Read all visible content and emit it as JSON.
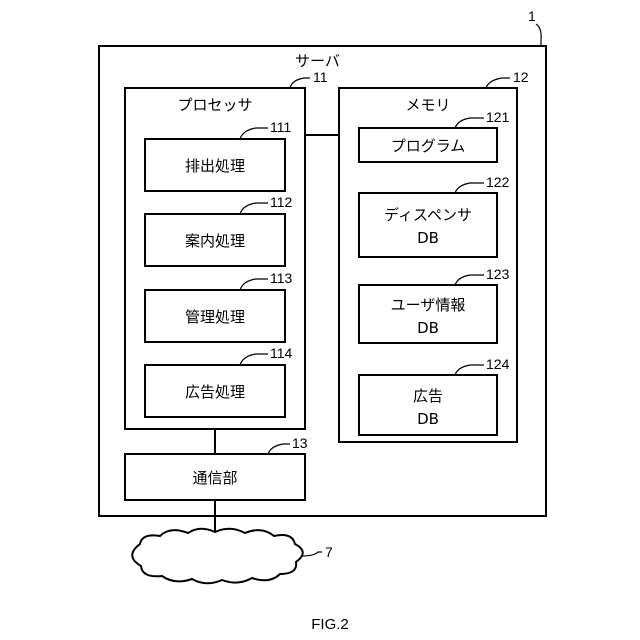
{
  "figure": {
    "caption": "FIG.2",
    "server": {
      "number": "1",
      "label": "サーバ"
    },
    "processor": {
      "number": "11",
      "label": "プロセッサ",
      "processes": [
        {
          "number": "111",
          "label": "排出処理"
        },
        {
          "number": "112",
          "label": "案内処理"
        },
        {
          "number": "113",
          "label": "管理処理"
        },
        {
          "number": "114",
          "label": "広告処理"
        }
      ]
    },
    "memory": {
      "number": "12",
      "label": "メモリ",
      "items": [
        {
          "number": "121",
          "line1": "プログラム",
          "line2": ""
        },
        {
          "number": "122",
          "line1": "ディスペンサ",
          "line2": "DB"
        },
        {
          "number": "123",
          "line1": "ユーザ情報",
          "line2": "DB"
        },
        {
          "number": "124",
          "line1": "広告",
          "line2": "DB"
        }
      ]
    },
    "communication": {
      "number": "13",
      "label": "通信部"
    },
    "network": {
      "number": "7"
    }
  }
}
